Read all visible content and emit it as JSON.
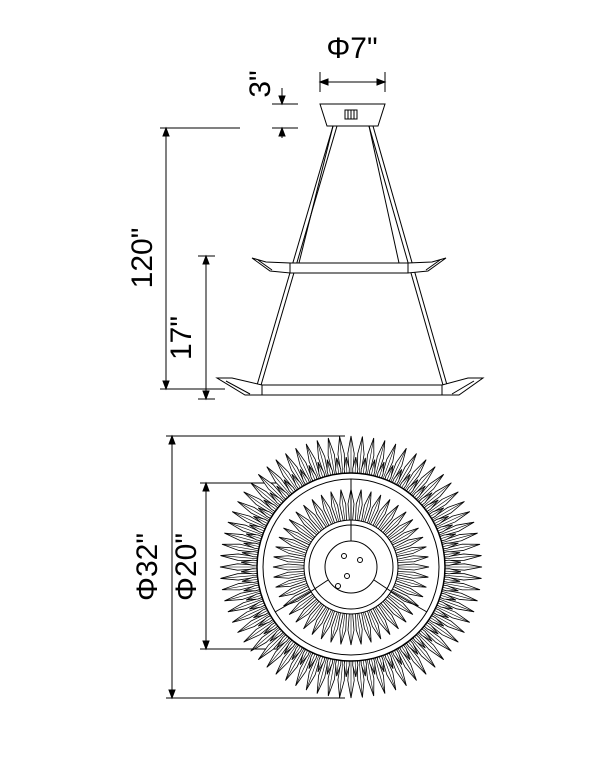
{
  "dimensions": {
    "canopy_diameter": "Φ7\"",
    "canopy_height": "3\"",
    "overall_height": "120\"",
    "tier_spacing": "17\"",
    "outer_diameter": "Φ32\"",
    "inner_diameter": "Φ20\""
  },
  "colors": {
    "line": "#000000",
    "background": "#ffffff"
  }
}
